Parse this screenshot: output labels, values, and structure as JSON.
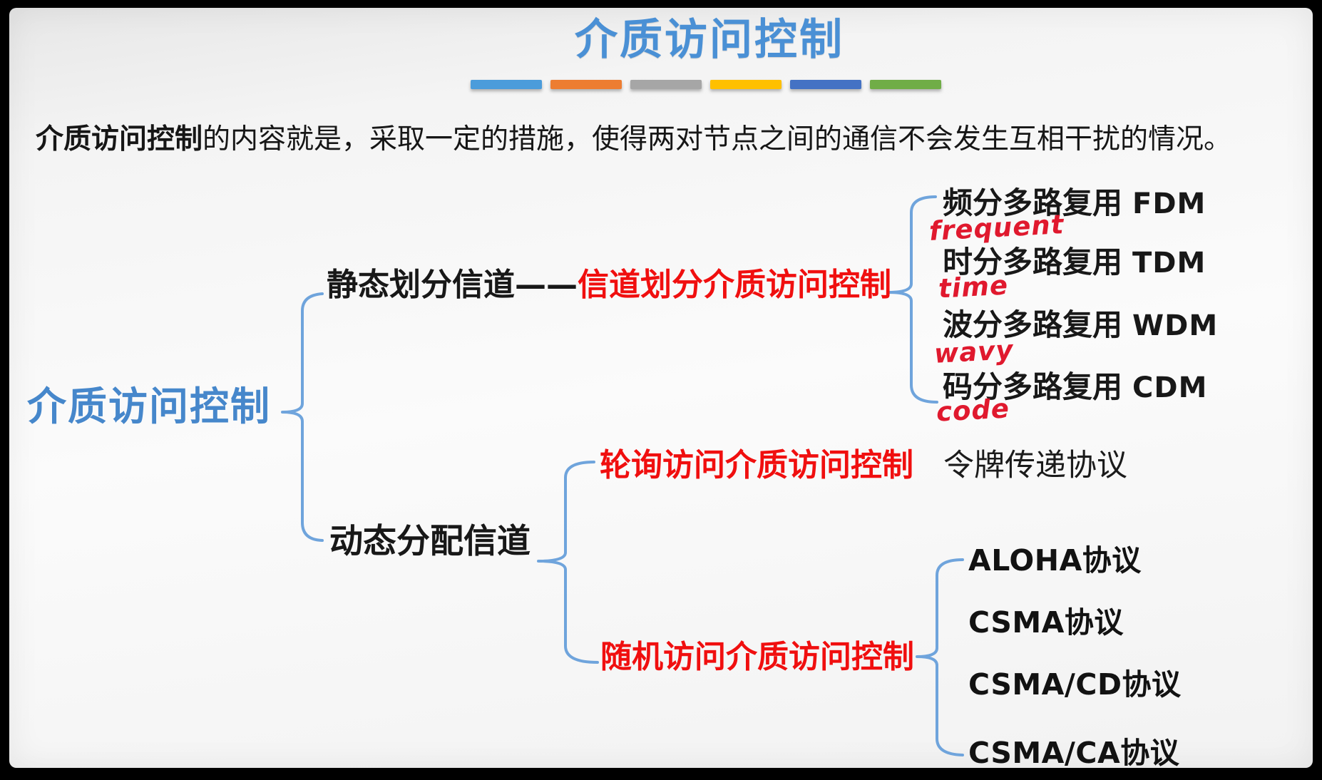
{
  "slide": {
    "title": "介质访问控制",
    "intro_bold": "介质访问控制",
    "intro_rest": "的内容就是，采取一定的措施，使得两对节点之间的通信不会发生互相干扰的情况。"
  },
  "tree": {
    "root": "介质访问控制",
    "static": {
      "label": "静态划分信道——",
      "label_red": "信道划分介质访问控制",
      "children": [
        {
          "cn": "频分多路复用",
          "en": "FDM",
          "note": "frequent"
        },
        {
          "cn": "时分多路复用",
          "en": "TDM",
          "note": "time"
        },
        {
          "cn": "波分多路复用",
          "en": "WDM",
          "note": "wavy"
        },
        {
          "cn": "码分多路复用",
          "en": "CDM",
          "note": "code"
        }
      ]
    },
    "dynamic": {
      "label": "动态分配信道",
      "polling": {
        "label_red": "轮询访问介质访问控制",
        "protocol": "令牌传递协议"
      },
      "random": {
        "label_red": "随机访问介质访问控制",
        "protocols": [
          "ALOHA协议",
          "CSMA协议",
          "CSMA/CD协议",
          "CSMA/CA协议"
        ]
      }
    }
  },
  "accent_bars": [
    "#4B9CDB",
    "#ED7D31",
    "#A6A6A6",
    "#FFC000",
    "#4472C4",
    "#70AD47"
  ],
  "colors": {
    "title_blue": "#4A90D5",
    "root_blue": "#4687CB",
    "brace_blue": "#6FA4DC",
    "highlight_red": "#F00F0F",
    "handwriting_red": "#E0192E"
  }
}
